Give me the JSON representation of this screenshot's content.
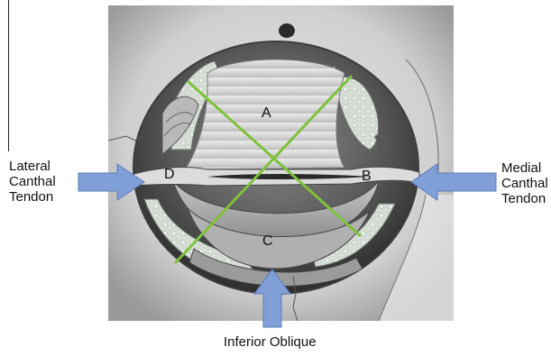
{
  "labels": {
    "lateral": [
      "Lateral",
      "Canthal",
      "Tendon"
    ],
    "medial": [
      "Medial",
      "Canthal",
      "Tendon"
    ],
    "inferior_oblique": "Inferior Oblique",
    "point_a": "A",
    "point_b": "B",
    "point_c": "C",
    "point_d": "D"
  },
  "colors": {
    "arrow_fill": "#7f9fd6",
    "arrow_stroke": "#5a7bb8",
    "diagonal_lines": "#7ec23a",
    "bone": "#d9d9d9",
    "orbit_shadow": "#4a4a4a",
    "fat": "#cfd8cf"
  },
  "icons": {
    "left_arrow": "arrow-right-icon",
    "right_arrow": "arrow-left-icon",
    "bottom_arrow": "arrow-up-icon"
  }
}
